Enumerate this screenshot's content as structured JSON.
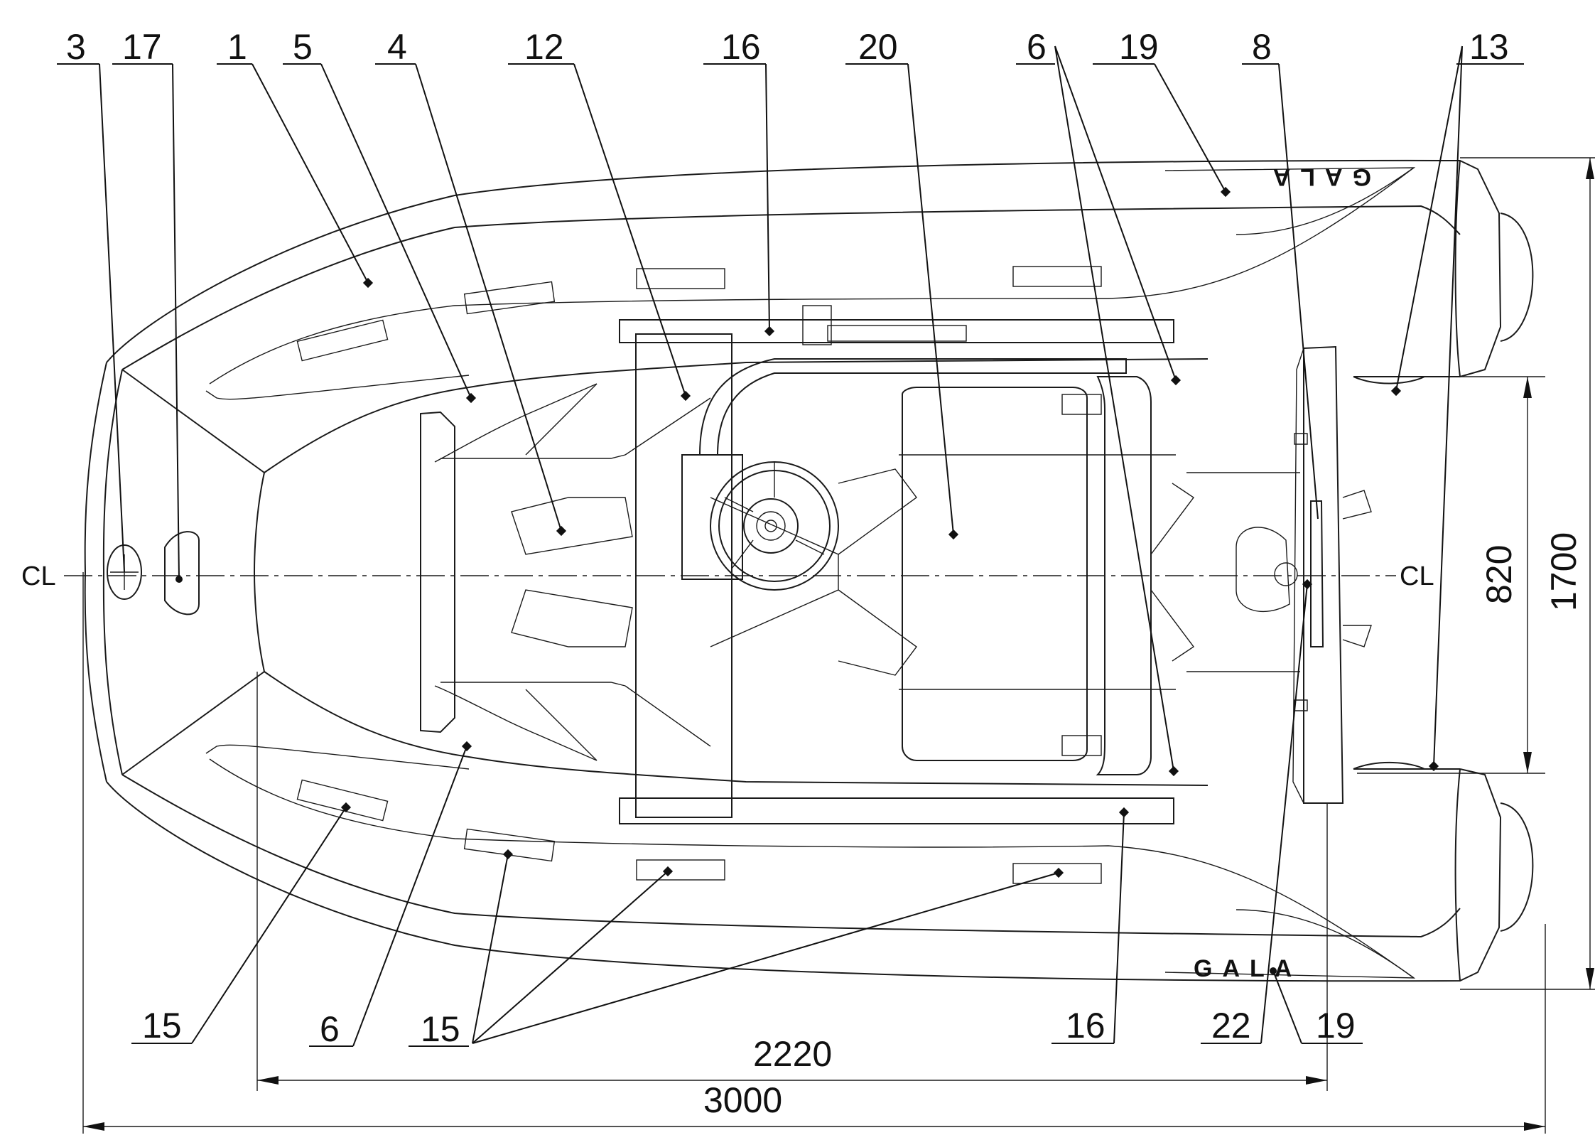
{
  "diagram": {
    "centerline": {
      "left_label": "CL",
      "right_label": "CL"
    },
    "dimensions": {
      "inner_length": "2220",
      "overall_length": "3000",
      "inner_width": "820",
      "overall_width": "1700"
    },
    "hull_lettering_top": "GALA",
    "hull_lettering_bottom": "GALA",
    "callouts_top": [
      {
        "label": "3"
      },
      {
        "label": "17"
      },
      {
        "label": "1"
      },
      {
        "label": "5"
      },
      {
        "label": "4"
      },
      {
        "label": "12"
      },
      {
        "label": "16"
      },
      {
        "label": "20"
      },
      {
        "label": "6"
      },
      {
        "label": "19"
      },
      {
        "label": "8"
      },
      {
        "label": "13"
      }
    ],
    "callouts_bottom": [
      {
        "label": "15"
      },
      {
        "label": "6"
      },
      {
        "label": "15"
      },
      {
        "label": "16"
      },
      {
        "label": "22"
      },
      {
        "label": "19"
      }
    ]
  }
}
